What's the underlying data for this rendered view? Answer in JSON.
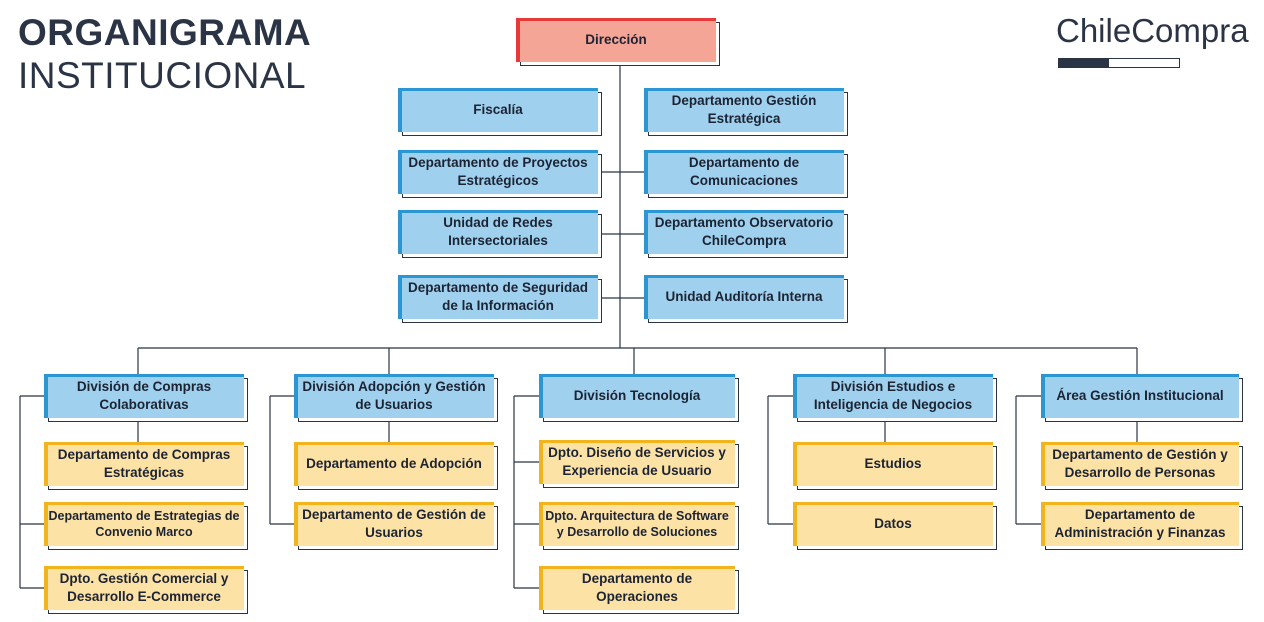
{
  "header": {
    "title_line1": "ORGANIGRAMA",
    "title_line2": "INSTITUCIONAL",
    "brand": "ChileCompra"
  },
  "top": {
    "direccion": "Dirección"
  },
  "staff_left": [
    "Fiscalía",
    "Departamento de Proyectos Estratégicos",
    "Unidad de Redes Intersectoriales",
    "Departamento de Seguridad de la Información"
  ],
  "staff_right": [
    "Departamento Gestión Estratégica",
    "Departamento de Comunicaciones",
    "Departamento Observatorio ChileCompra",
    "Unidad Auditoría Interna"
  ],
  "divisions": [
    {
      "name": "División de Compras Colaborativas",
      "departments": [
        "Departamento de Compras Estratégicas",
        "Departamento de Estrategias de Convenio Marco",
        "Dpto. Gestión Comercial y Desarrollo E-Commerce"
      ]
    },
    {
      "name": "División Adopción y Gestión de Usuarios",
      "departments": [
        "Departamento de Adopción",
        "Departamento de Gestión de Usuarios"
      ]
    },
    {
      "name": "División Tecnología",
      "departments": [
        "Dpto. Diseño de Servicios y Experiencia de Usuario",
        "Dpto. Arquitectura de Software y Desarrollo de Soluciones",
        "Departamento de Operaciones"
      ]
    },
    {
      "name": "División Estudios e Inteligencia de Negocios",
      "departments": [
        "Estudios",
        "Datos"
      ]
    },
    {
      "name": "Área Gestión Institucional",
      "departments": [
        "Departamento de Gestión y Desarrollo de Personas",
        "Departamento de Administración y Finanzas"
      ]
    }
  ],
  "colors": {
    "top": "#f5a596",
    "staff": "#9fd0ee",
    "division": "#9fd0ee",
    "department": "#fde2a5",
    "text": "#1c2333"
  }
}
